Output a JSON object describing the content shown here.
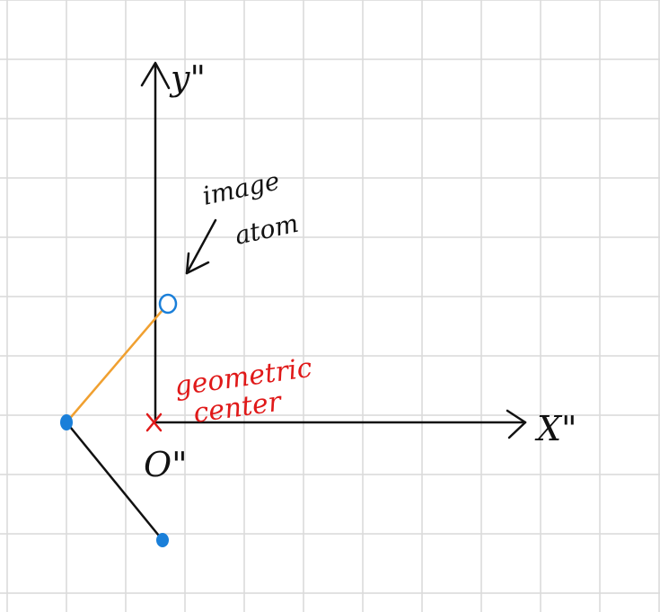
{
  "labels": {
    "y_axis": "y\"",
    "x_axis": "X\"",
    "origin": "O\"",
    "image_atom_line1": "image",
    "image_atom_line2": "atom",
    "geometric_center_line1": "geometric",
    "geometric_center_line2": "center"
  },
  "colors": {
    "grid": "#d9d9d9",
    "axis": "#111111",
    "bond_orange": "#f0a030",
    "bond_black": "#111111",
    "atom_blue": "#1a7fd9",
    "annotation_red": "#e01919"
  }
}
